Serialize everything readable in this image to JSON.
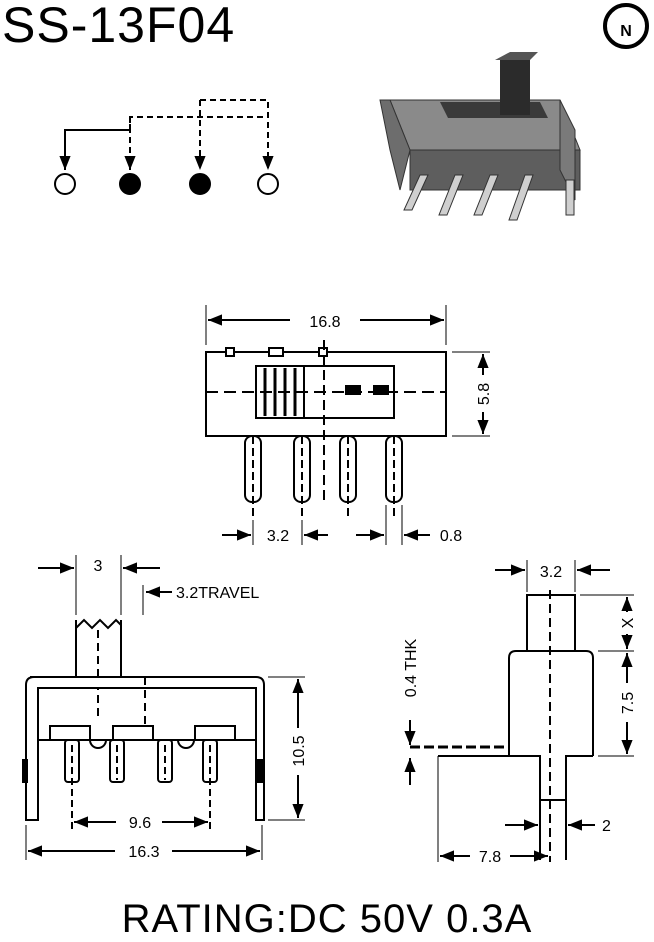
{
  "title": "SS-13F04",
  "logo_letter": "N",
  "rating": "RATING:DC 50V 0.3A",
  "dims": {
    "top_width": "16.8",
    "top_height": "5.8",
    "pin_pitch": "3.2",
    "pin_width": "0.8",
    "actuator_width": "3",
    "travel": "3.2TRAVEL",
    "side_height": "10.5",
    "pin_span": "9.6",
    "body_width": "16.3",
    "end_top_width": "3.2",
    "x_label": "X",
    "end_height": "7.5",
    "thickness": "0.4 THK",
    "end_pin": "2",
    "end_width": "7.8"
  },
  "schematic": {
    "contacts": [
      "open",
      "filled",
      "filled",
      "open"
    ]
  }
}
